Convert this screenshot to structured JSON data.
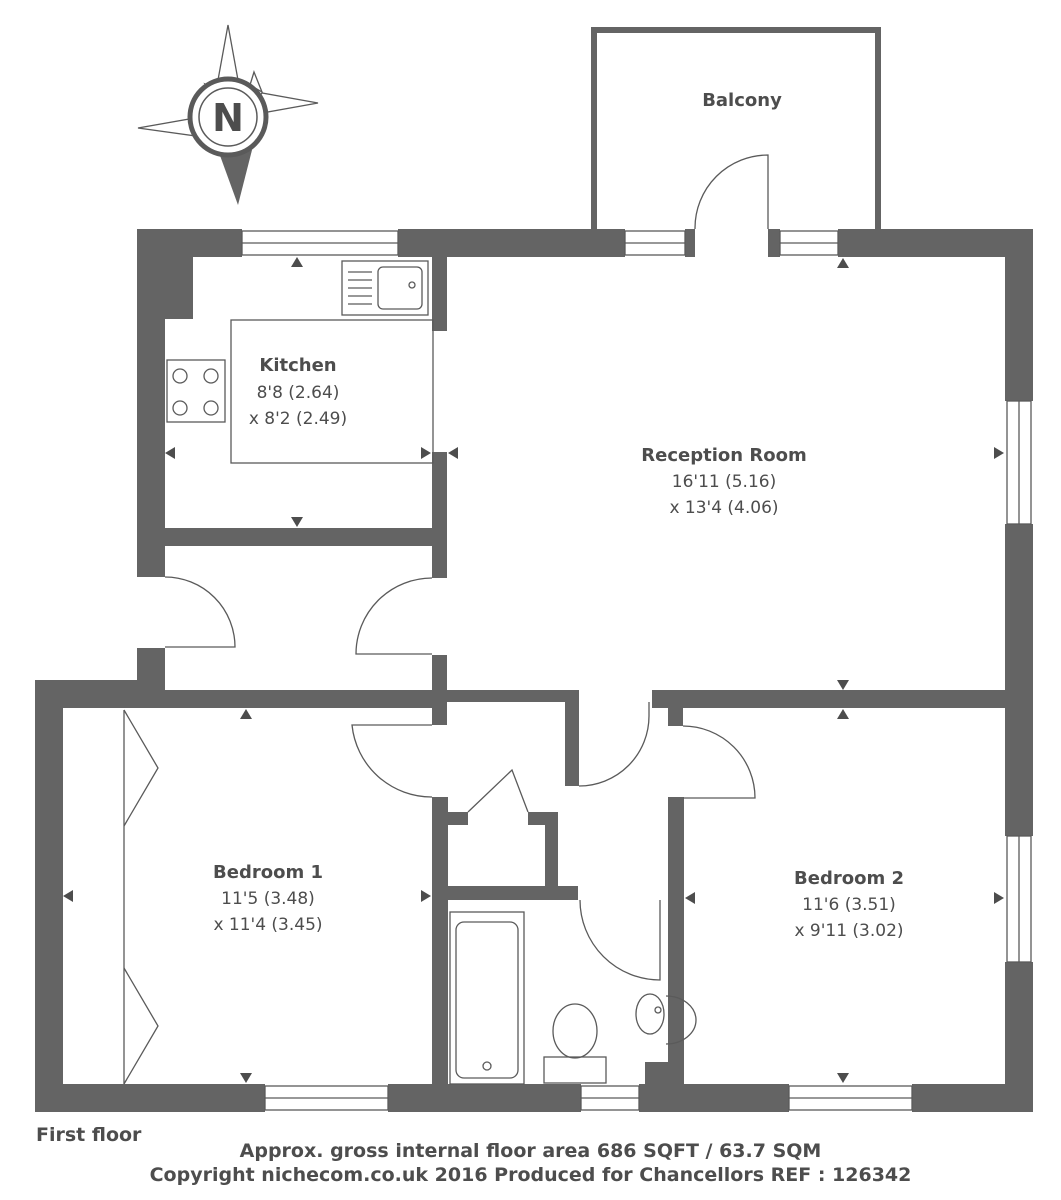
{
  "compass": {
    "label": "N"
  },
  "rooms": {
    "balcony": {
      "name": "Balcony"
    },
    "kitchen": {
      "name": "Kitchen",
      "dim1": "8'8 (2.64)",
      "dim2": "x 8'2 (2.49)"
    },
    "reception": {
      "name": "Reception Room",
      "dim1": "16'11 (5.16)",
      "dim2": "x 13'4 (4.06)"
    },
    "bedroom1": {
      "name": "Bedroom 1",
      "dim1": "11'5 (3.48)",
      "dim2": "x 11'4 (3.45)"
    },
    "bedroom2": {
      "name": "Bedroom 2",
      "dim1": "11'6 (3.51)",
      "dim2": "x 9'11 (3.02)"
    }
  },
  "floor_label": "First floor",
  "footer": {
    "line1": "Approx. gross internal floor area 686 SQFT / 63.7 SQM",
    "line2": "Copyright nichecom.co.uk 2016 Produced for Chancellors REF : 126342"
  },
  "colors": {
    "wall": "#646464",
    "text": "#4d4d4d"
  }
}
